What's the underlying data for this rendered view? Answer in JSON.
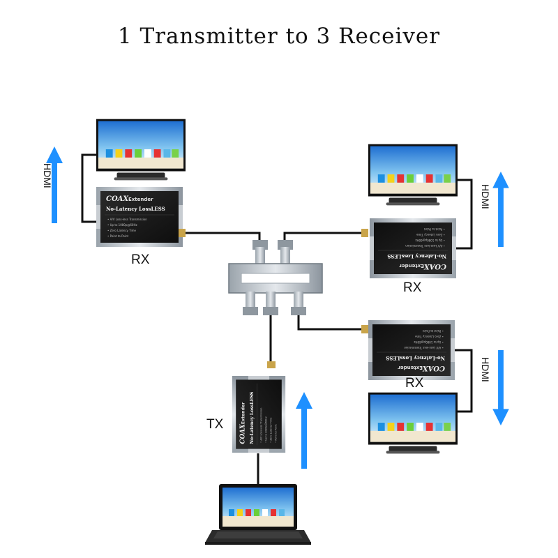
{
  "title": "1 Transmitter to 3 Receiver",
  "labels": {
    "rx_left": "RX",
    "rx_right_top": "RX",
    "rx_right_bottom": "RX",
    "tx": "TX",
    "hdmi": "HDMI"
  },
  "device": {
    "brand": "COAX",
    "brand_suffix": "Extender",
    "model": "No-Latency LossLESS",
    "features": [
      "A/V Loss-less Transmission",
      "Up to 1080p@60Hz",
      "Zero Latency Time",
      "Point to Point"
    ]
  },
  "colors": {
    "arrow": "#1e90ff",
    "cable": "#111111",
    "device_body": "#1a1a1a",
    "bracket": "#b9bec4"
  },
  "icons": [
    "monitor-icon",
    "laptop-icon",
    "splitter-icon",
    "arrow-up-icon",
    "arrow-down-icon"
  ]
}
